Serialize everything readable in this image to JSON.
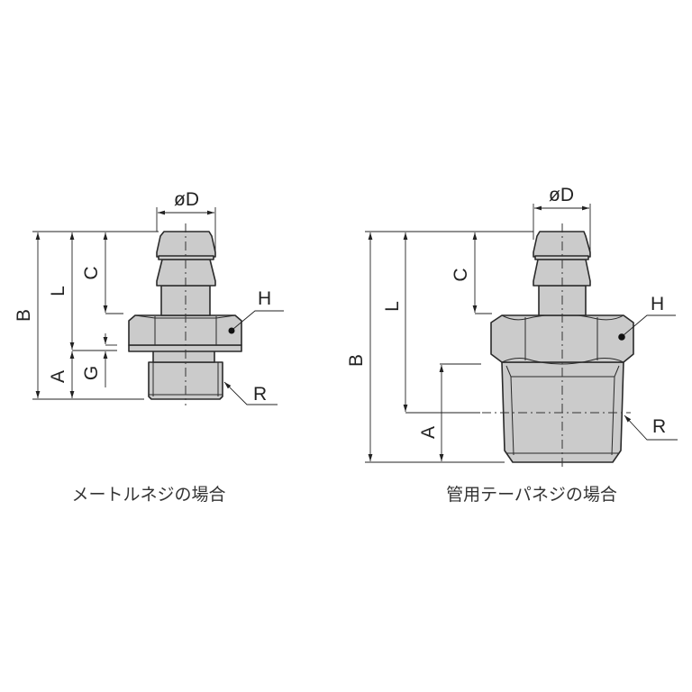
{
  "metric_figure": {
    "caption": "メートルネジの場合",
    "labels": {
      "diameter": "øD",
      "B": "B",
      "L": "L",
      "C": "C",
      "A": "A",
      "G": "G",
      "H": "H",
      "R": "R"
    }
  },
  "taper_figure": {
    "caption": "管用テーパネジの場合",
    "labels": {
      "diameter": "øD",
      "B": "B",
      "L": "L",
      "C": "C",
      "A": "A",
      "H": "H",
      "R": "R"
    }
  },
  "colors": {
    "part_fill": "#cbcbcb",
    "outline": "#2a2a2a"
  }
}
